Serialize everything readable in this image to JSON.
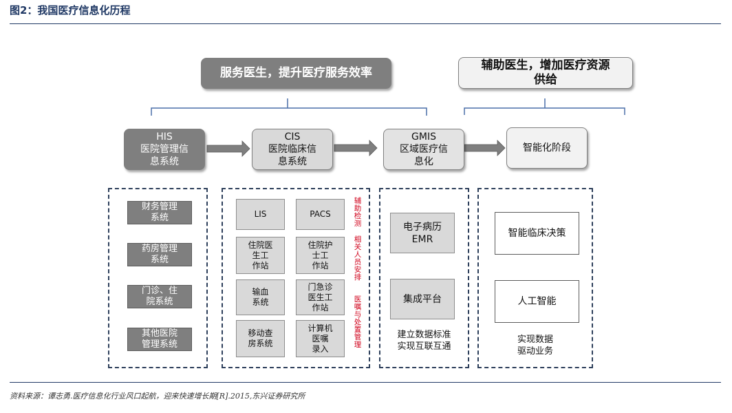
{
  "figure": {
    "title": "图2：我国医疗信息化历程",
    "source": "资料来源：谭志勇.医疗信息化行业风口起航，迎来快速增长期[R].2015,东兴证券研究所"
  },
  "banners": {
    "left": "服务医生，提升医疗服务效率",
    "right_line1": "辅助医生，增加医疗资源",
    "right_line2": "供给"
  },
  "stages": [
    {
      "code": "HIS",
      "line1": "医院管理信",
      "line2": "息系统"
    },
    {
      "code": "CIS",
      "line1": "医院临床信",
      "line2": "息系统"
    },
    {
      "code": "GMIS",
      "line1": "区域医疗信",
      "line2": "息化"
    },
    {
      "code": "",
      "line1": "智能化阶段",
      "line2": ""
    }
  ],
  "his_items": [
    {
      "line1": "财务管理",
      "line2": "系统"
    },
    {
      "line1": "药房管理",
      "line2": "系统"
    },
    {
      "line1": "门诊、住",
      "line2": "院系统"
    },
    {
      "line1": "其他医院",
      "line2": "管理系统"
    }
  ],
  "cis_items": [
    {
      "lines": [
        "LIS"
      ]
    },
    {
      "lines": [
        "PACS"
      ]
    },
    {
      "lines": [
        "住院医",
        "生工",
        "作站"
      ]
    },
    {
      "lines": [
        "住院护",
        "士工",
        "作站"
      ]
    },
    {
      "lines": [
        "输血",
        "系统"
      ]
    },
    {
      "lines": [
        "门急诊",
        "医生工",
        "作站"
      ]
    },
    {
      "lines": [
        "移动查",
        "房系统"
      ]
    },
    {
      "lines": [
        "计算机",
        "医嘱",
        "录入"
      ]
    }
  ],
  "cis_side_labels": [
    "辅助检测",
    "相关人员安排",
    "医嘱与处置管理"
  ],
  "gmis_items": [
    {
      "line1": "电子病历",
      "line2": "EMR"
    },
    {
      "line1": "集成平台",
      "line2": ""
    }
  ],
  "gmis_caption": {
    "line1": "建立数据标准",
    "line2": "实现互联互通"
  },
  "ai_items": [
    {
      "line1": "智能临床决策"
    },
    {
      "line1": "人工智能"
    }
  ],
  "ai_caption": {
    "line1": "实现数据",
    "line2": "驱动业务"
  },
  "colors": {
    "dark_gray": "#7f7f7f",
    "light_gray": "#d9d9d9",
    "navy": "#1f3864",
    "dashed": "#2c3e5a",
    "red": "#d0021b"
  }
}
